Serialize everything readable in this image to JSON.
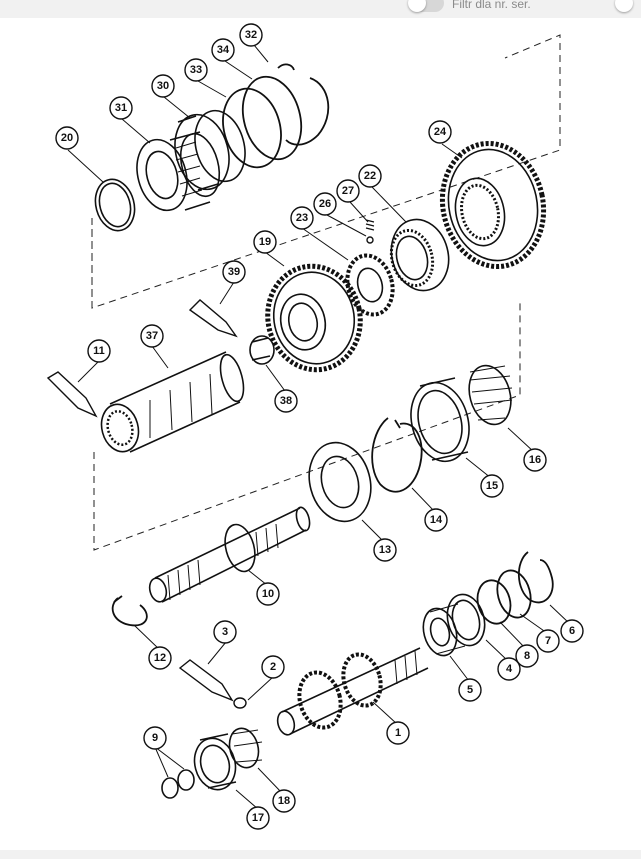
{
  "header": {
    "filter_toggle_label": "Filtr dla nr. ser."
  },
  "callouts": [
    {
      "id": "c1",
      "label": "1"
    },
    {
      "id": "c2",
      "label": "2"
    },
    {
      "id": "c3",
      "label": "3"
    },
    {
      "id": "c4",
      "label": "4"
    },
    {
      "id": "c5",
      "label": "5"
    },
    {
      "id": "c6",
      "label": "6"
    },
    {
      "id": "c7",
      "label": "7"
    },
    {
      "id": "c8",
      "label": "8"
    },
    {
      "id": "c9",
      "label": "9"
    },
    {
      "id": "c10",
      "label": "10"
    },
    {
      "id": "c11",
      "label": "11"
    },
    {
      "id": "c12",
      "label": "12"
    },
    {
      "id": "c13",
      "label": "13"
    },
    {
      "id": "c14",
      "label": "14"
    },
    {
      "id": "c15",
      "label": "15"
    },
    {
      "id": "c16",
      "label": "16"
    },
    {
      "id": "c17",
      "label": "17"
    },
    {
      "id": "c18",
      "label": "18"
    },
    {
      "id": "c19",
      "label": "19"
    },
    {
      "id": "c20",
      "label": "20"
    },
    {
      "id": "c22",
      "label": "22"
    },
    {
      "id": "c23",
      "label": "23"
    },
    {
      "id": "c24",
      "label": "24"
    },
    {
      "id": "c26",
      "label": "26"
    },
    {
      "id": "c27",
      "label": "27"
    },
    {
      "id": "c30",
      "label": "30"
    },
    {
      "id": "c31",
      "label": "31"
    },
    {
      "id": "c32",
      "label": "32"
    },
    {
      "id": "c33",
      "label": "33"
    },
    {
      "id": "c34",
      "label": "34"
    },
    {
      "id": "c37",
      "label": "37"
    },
    {
      "id": "c38",
      "label": "38"
    },
    {
      "id": "c39",
      "label": "39"
    }
  ]
}
